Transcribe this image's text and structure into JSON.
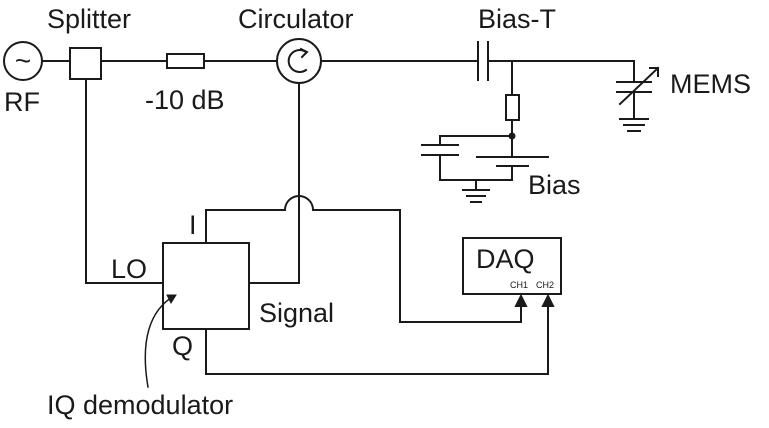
{
  "labels": {
    "rf": "RF",
    "splitter": "Splitter",
    "attenuator": "-10 dB",
    "circulator": "Circulator",
    "bias_t": "Bias-T",
    "mems": "MEMS",
    "bias": "Bias",
    "daq": "DAQ",
    "ch1": "CH1",
    "ch2": "CH2",
    "lo": "LO",
    "i": "I",
    "q": "Q",
    "signal": "Signal",
    "iq_demodulator": "IQ demodulator"
  },
  "glyphs": {
    "rf_symbol": "~"
  },
  "colors": {
    "line": "#1a1a1a",
    "background": "#ffffff"
  }
}
